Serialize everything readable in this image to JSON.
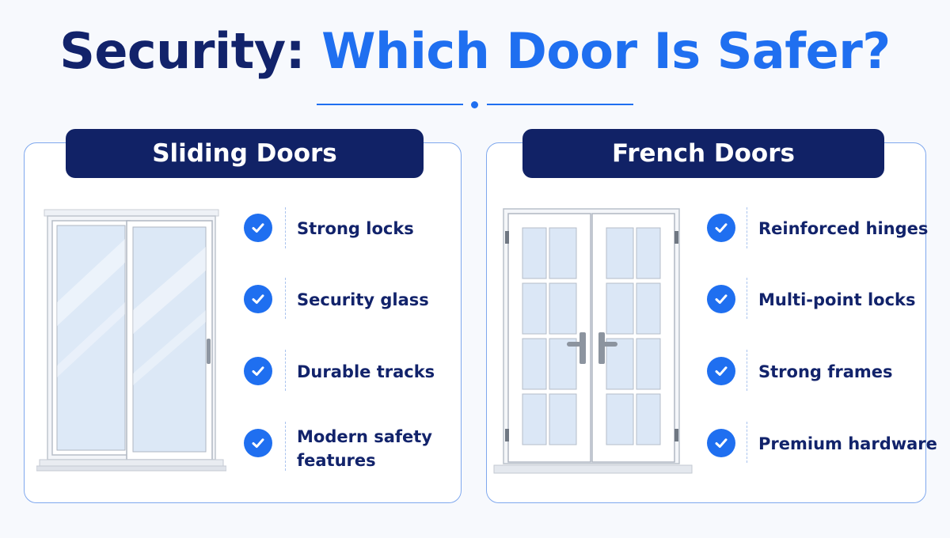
{
  "title": {
    "part1": "Security:",
    "part2": "Which Door Is Safer?"
  },
  "colors": {
    "navy": "#112266",
    "blue": "#1f6ff0",
    "panel_border": "#7fa8ee"
  },
  "left_panel": {
    "header": "Sliding Doors",
    "features": [
      {
        "icon": "check-circle-icon",
        "label": "Strong locks"
      },
      {
        "icon": "check-circle-icon",
        "label": "Security glass"
      },
      {
        "icon": "check-circle-icon",
        "label": "Durable tracks"
      },
      {
        "icon": "check-circle-icon",
        "label_line1": "Modern safety",
        "label_line2": "features"
      }
    ]
  },
  "right_panel": {
    "header": "French Doors",
    "features": [
      {
        "icon": "check-circle-icon",
        "label": "Reinforced hinges"
      },
      {
        "icon": "check-circle-icon",
        "label": "Multi-point locks"
      },
      {
        "icon": "check-circle-icon",
        "label": "Strong frames"
      },
      {
        "icon": "check-circle-icon",
        "label": "Premium hardware"
      }
    ]
  }
}
